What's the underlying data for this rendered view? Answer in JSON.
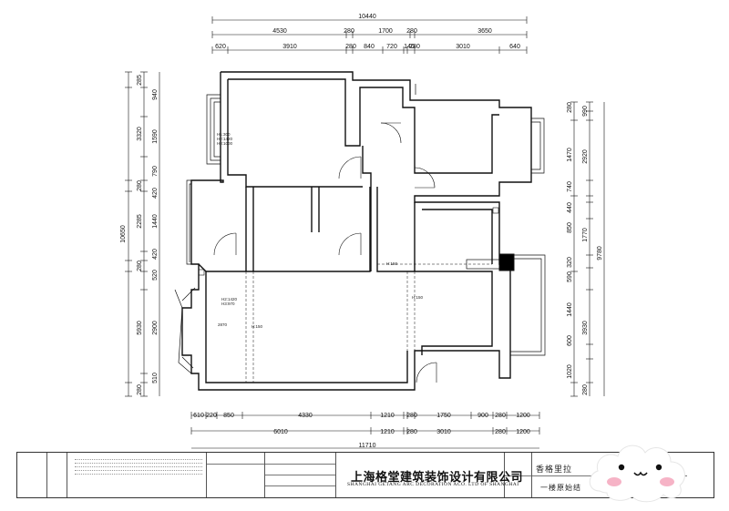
{
  "dims": {
    "top_total": "10440",
    "top_seg1": [
      "4530",
      "280",
      "1700",
      "280",
      "3650"
    ],
    "top_seg2": [
      "620",
      "3910",
      "280",
      "840",
      "720",
      "140",
      "280",
      "3010",
      "640"
    ],
    "bottom_seg1": [
      "610",
      "220",
      "850",
      "4330",
      "1210",
      "280",
      "1750",
      "900",
      "280",
      "1200"
    ],
    "bottom_seg2": [
      "6010",
      "1210",
      "280",
      "3010",
      "280",
      "1200"
    ],
    "bottom_total": "11710",
    "left_total": "10650",
    "left_seg1": [
      "285",
      "3320",
      "280",
      "2285",
      "280",
      "5930",
      "280"
    ],
    "left_seg2": [
      "940",
      "1590",
      "790",
      "420",
      "1440",
      "420",
      "520",
      "2900",
      "510"
    ],
    "right_seg1": [
      "990",
      "2920",
      "1770",
      "3930",
      "280"
    ],
    "right_seg2": [
      "280",
      "1470",
      "740",
      "440",
      "850",
      "320",
      "590",
      "1440",
      "600",
      "1020"
    ],
    "right_total": "9780"
  },
  "room_labels": {
    "bedroom_a": [
      "H1:300",
      "H2:1420",
      "H3:1000"
    ],
    "living": [
      "H2:1420",
      "H3:970"
    ],
    "marker_2870": "2870",
    "marker_150_a": "H:150",
    "marker_150_b": "H:150",
    "marker_150_c": "H:150"
  },
  "titleblock": {
    "company_cn": "上海格堂建筑装饰设计有限公司",
    "company_en": "SHANGHAI GETANG ARC DECORATION ACO. LTD OF SHANGHAI",
    "project": "香格里拉",
    "sheet": "一楼原始结"
  }
}
